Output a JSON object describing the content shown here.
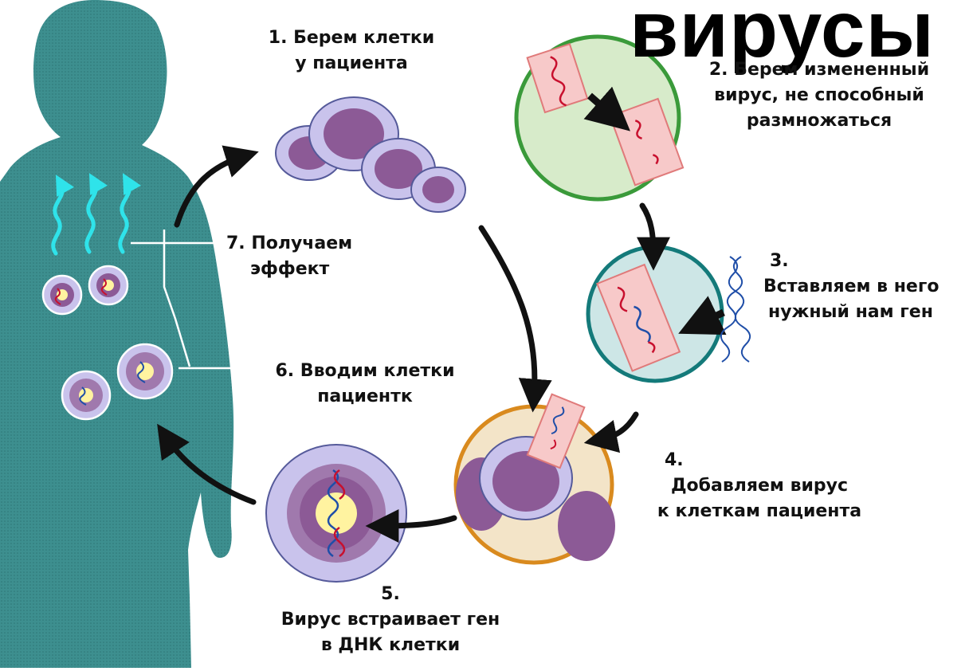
{
  "title": "вирусы",
  "steps": [
    {
      "num": "1.",
      "lines": [
        "1. Берем клетки",
        "у пациента"
      ]
    },
    {
      "num": "2.",
      "lines": [
        "2. Берем измененный",
        "вирус, не способный",
        "размножаться"
      ]
    },
    {
      "num": "3.",
      "lines": [
        "3.",
        "Вставляем в него",
        "нужный нам ген"
      ]
    },
    {
      "num": "4.",
      "lines": [
        "4.",
        "Добавляем вирус",
        "к клеткам пациента"
      ]
    },
    {
      "num": "5.",
      "lines": [
        "5.",
        "Вирус встраивает ген",
        "в ДНК клетки"
      ]
    },
    {
      "num": "6.",
      "lines": [
        "6. Вводим клетки",
        "пациентк"
      ]
    },
    {
      "num": "7.",
      "lines": [
        "7. Получаем",
        "эффект"
      ]
    }
  ],
  "colors": {
    "body": "#3d8f8f",
    "cell_fill": "#c9c3ec",
    "nucleus": "#8c5a96",
    "virus_circle_green": "#3a9a3a",
    "virus_circle_teal": "#147a7a",
    "orange_ring": "#d98a1e",
    "arrow": "#111111",
    "signal": "#2fe3ea"
  },
  "icons": [
    "human-silhouette-icon",
    "patient-cells-icon",
    "virus-capsule-icon",
    "gene-helix-icon",
    "modified-cell-icon",
    "signal-wave-icon"
  ]
}
